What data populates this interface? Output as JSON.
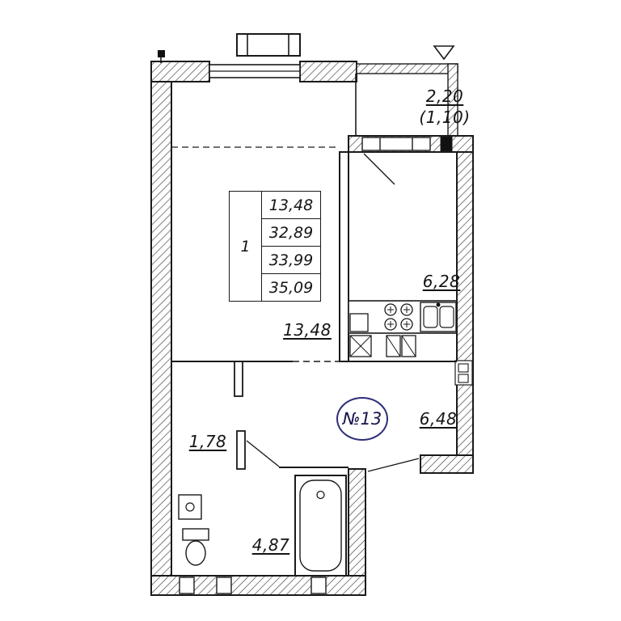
{
  "plan": {
    "apartment_number": "№13",
    "area_table": {
      "rooms_count": "1",
      "rows": [
        "13,48",
        "32,89",
        "33,99",
        "35,09"
      ]
    },
    "room_labels": {
      "living_room": "13,48",
      "kitchen": "6,28",
      "hallway": "6,48",
      "corridor": "1,78",
      "bathroom": "4,87",
      "balcony": "2,20",
      "balcony_reduced": "(1,10)"
    },
    "line_color": "#1a1a1a",
    "badge_color": "#2e2e7a"
  }
}
